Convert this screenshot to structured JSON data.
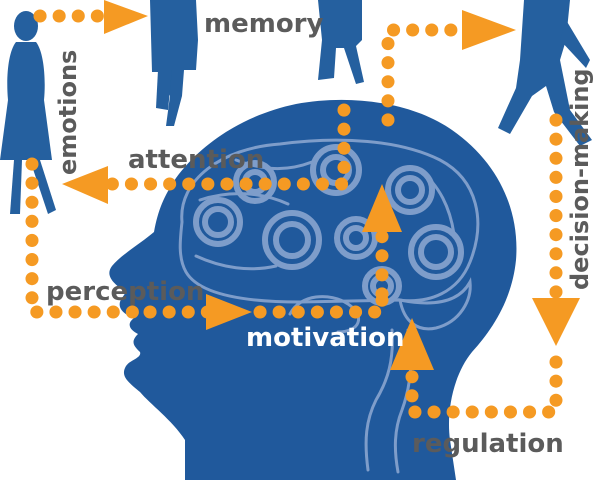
{
  "colors": {
    "head": "#20599c",
    "brain_line": "#7e9dca",
    "person": "#25609f",
    "path": "#f59a23",
    "text_dark": "#5b5b5b",
    "text_light": "#ffffff",
    "background": "#ffffff"
  },
  "labels": {
    "memory": "memory",
    "emotions": "emotions",
    "attention": "attention",
    "decision_making": "decision-making",
    "perception": "perception",
    "motivation": "motivation",
    "regulation": "regulation"
  },
  "icons": {
    "head": "head-silhouette-icon",
    "person": "person-silhouette-icon",
    "arrow": "arrowhead-icon"
  }
}
